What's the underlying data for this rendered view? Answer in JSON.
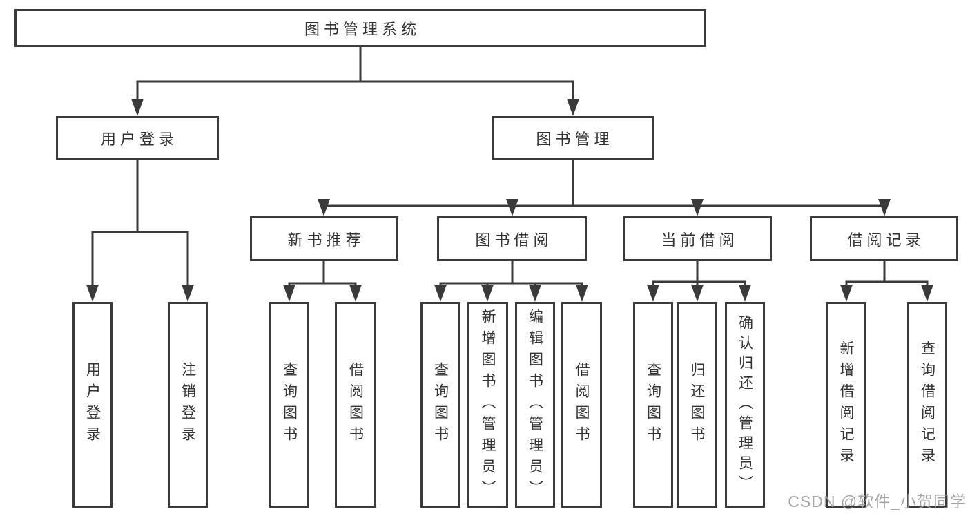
{
  "diagram": {
    "type": "tree",
    "root": {
      "label": "图书管理系统"
    },
    "level2": [
      {
        "id": "user-login",
        "label": "用户登录",
        "parent": "图书管理系统"
      },
      {
        "id": "book-management",
        "label": "图书管理",
        "parent": "图书管理系统"
      }
    ],
    "level3": [
      {
        "id": "new-book-recommend",
        "label": "新书推荐",
        "parent": "图书管理"
      },
      {
        "id": "book-borrowing",
        "label": "图书借阅",
        "parent": "图书管理"
      },
      {
        "id": "current-borrowing",
        "label": "当前借阅",
        "parent": "图书管理"
      },
      {
        "id": "borrowing-records",
        "label": "借阅记录",
        "parent": "图书管理"
      }
    ],
    "leaves": [
      {
        "label": "用户登录",
        "parent": "用户登录"
      },
      {
        "label": "注销登录",
        "parent": "用户登录"
      },
      {
        "label": "查询图书",
        "parent": "新书推荐"
      },
      {
        "label": "借阅图书",
        "parent": "新书推荐"
      },
      {
        "label": "查询图书",
        "parent": "图书借阅"
      },
      {
        "label": "新增图书（管理员）",
        "parent": "图书借阅"
      },
      {
        "label": "编辑图书（管理员）",
        "parent": "图书借阅"
      },
      {
        "label": "借阅图书",
        "parent": "图书借阅"
      },
      {
        "label": "查询图书",
        "parent": "当前借阅"
      },
      {
        "label": "归还图书",
        "parent": "当前借阅"
      },
      {
        "label": "确认归还（管理员）",
        "parent": "当前借阅"
      },
      {
        "label": "新增借阅记录",
        "parent": "借阅记录"
      },
      {
        "label": "查询借阅记录",
        "parent": "借阅记录"
      }
    ]
  },
  "watermark": {
    "text": "CSDN @软件_小贺同学"
  },
  "colors": {
    "line": "#3a3a3a",
    "text": "#333333",
    "background": "#ffffff",
    "watermark": "#9b9b9b"
  }
}
